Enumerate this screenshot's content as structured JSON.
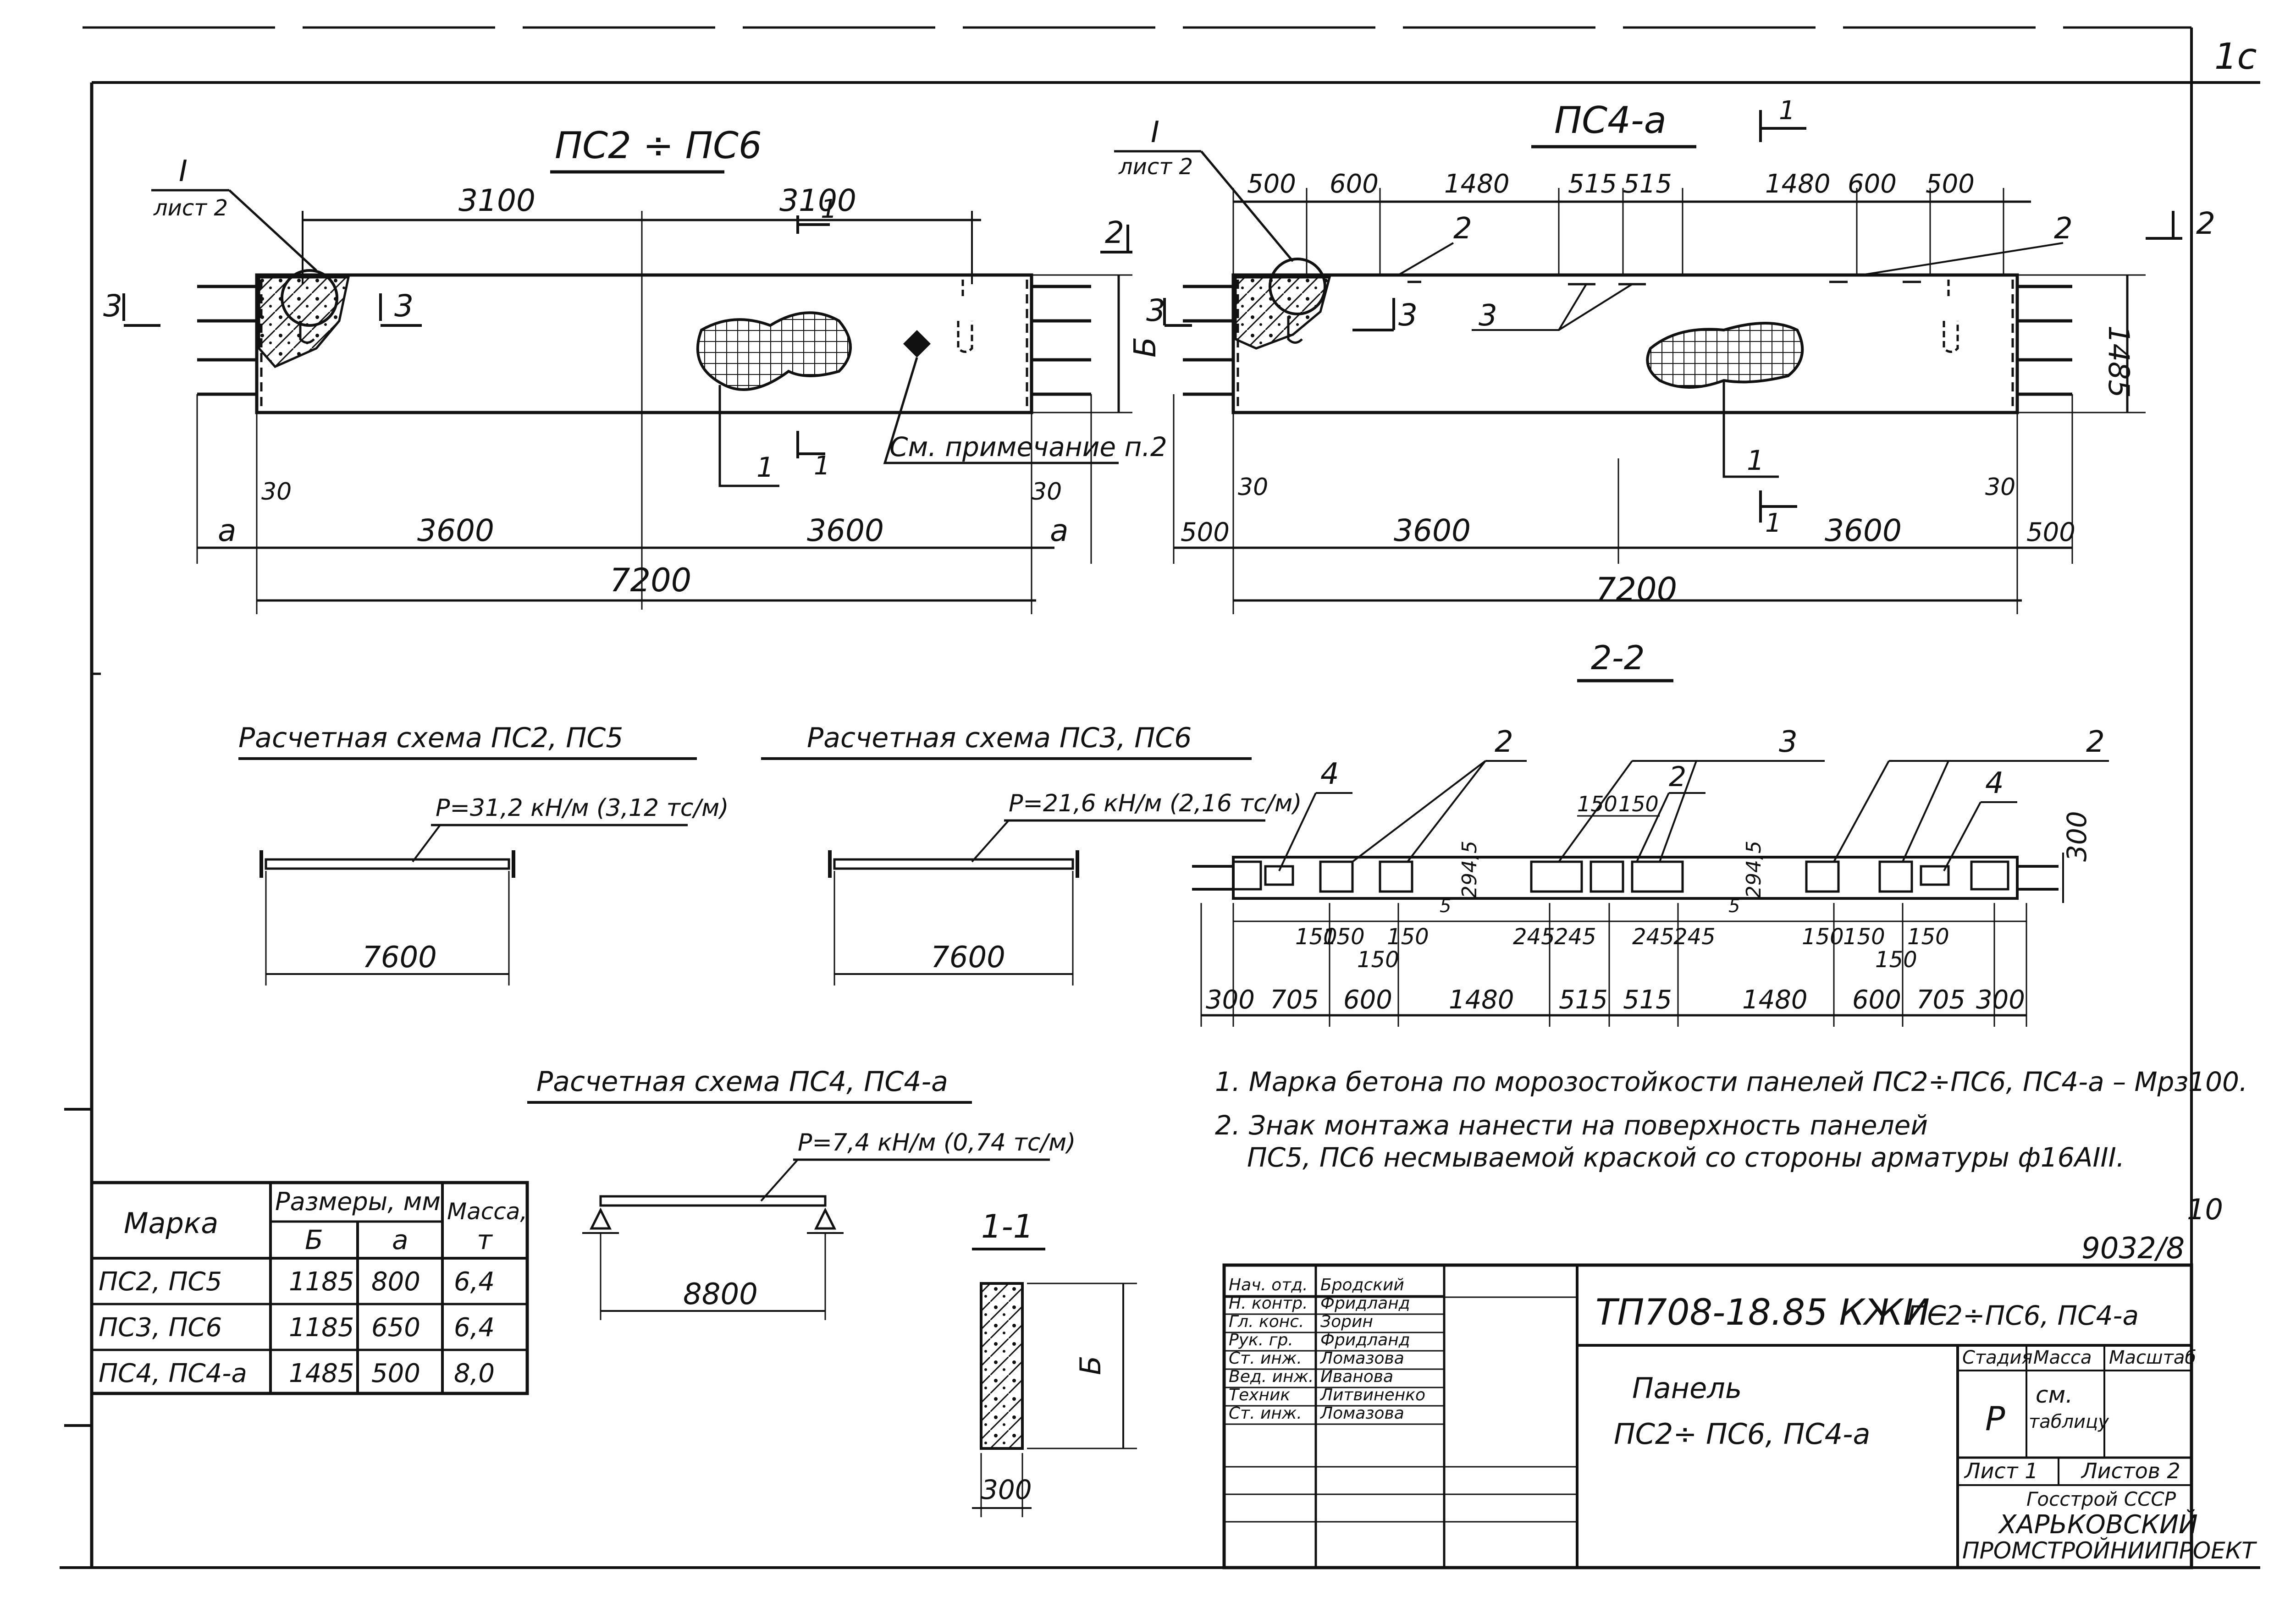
{
  "sheet_corner": "1c",
  "page_number": "10",
  "doc_number": "9032/8",
  "view_left": {
    "title": "ПС2 ÷ ПС6",
    "callout_ref": "I",
    "callout_sheet": "лист 2",
    "dim_top_1": "3100",
    "dim_top_2": "3100",
    "dim_a_left": "a",
    "dim_a_right": "a",
    "dim_30_left": "30",
    "dim_30_right": "30",
    "dim_half_1": "3600",
    "dim_half_2": "3600",
    "dim_total": "7200",
    "dim_height": "Б",
    "section_1": "1",
    "section_3": "3",
    "section_2": "2",
    "leader_1": "1",
    "note_ref": "См. примечание п.2"
  },
  "view_right": {
    "title": "ПС4-а",
    "callout_ref": "I",
    "callout_sheet": "лист 2",
    "dims_top": [
      "500",
      "600",
      "1480",
      "515",
      "515",
      "1480",
      "600",
      "500"
    ],
    "leader_2a": "2",
    "leader_2b": "2",
    "leader_3": "3",
    "leader_1": "1",
    "section_1": "1",
    "section_2": "2",
    "section_3": "3",
    "dim_height": "1485",
    "dim_500_left": "500",
    "dim_500_right": "500",
    "dim_30_left": "30",
    "dim_30_right": "30",
    "dim_half_1": "3600",
    "dim_half_2": "3600",
    "dim_total": "7200"
  },
  "section_22": {
    "title": "2-2",
    "labels_top": [
      "2",
      "3",
      "2"
    ],
    "label_4a": "4",
    "label_4b": "4",
    "label_2mid": "2",
    "dims_150": [
      "150",
      "150"
    ],
    "dim_height": "300",
    "dim_2945a": "294,5",
    "dim_2945b": "294,5",
    "dim_5a": "5",
    "dim_5b": "5",
    "dims_inner": [
      "150",
      "150",
      "150",
      "150",
      "245",
      "245",
      "245",
      "245",
      "150",
      "150",
      "150",
      "150"
    ],
    "dims_bottom": [
      "300",
      "705",
      "600",
      "1480",
      "515",
      "515",
      "1480",
      "600",
      "705",
      "300"
    ]
  },
  "schemes": [
    {
      "title": "Расчетная схема ПС2, ПС5",
      "load": "P=31,2 кН/м (3,12 тс/м)",
      "span": "7600"
    },
    {
      "title": "Расчетная схема ПС3, ПС6",
      "load": "P=21,6 кН/м (2,16 тс/м)",
      "span": "7600"
    },
    {
      "title": "Расчетная схема ПС4, ПС4-а",
      "load": "P=7,4 кН/м (0,74 тс/м)",
      "span": "8800"
    }
  ],
  "section_11": {
    "title": "1-1",
    "dim_height": "Б",
    "dim_width": "300"
  },
  "notes": [
    "1. Марка бетона по морозостойкости панелей ПС2÷ПС6, ПС4-а – Мрз100.",
    "2. Знак монтажа нанести на                      поверхность панелей",
    "ПС5, ПС6 несмываемой краской со стороны арматуры ф16АIII."
  ],
  "table": {
    "col_mark": "Марка",
    "col_sizes": "Размеры, мм",
    "col_b": "Б",
    "col_a": "а",
    "col_mass": "Масса,",
    "col_mass_unit": "т",
    "rows": [
      {
        "mark": "ПС2,  ПС5",
        "b": "1185",
        "a": "800",
        "mass": "6,4"
      },
      {
        "mark": "ПС3,  ПС6",
        "b": "1185",
        "a": "650",
        "mass": "6,4"
      },
      {
        "mark": "ПС4,  ПС4-а",
        "b": "1485",
        "a": "500",
        "mass": "8,0"
      }
    ]
  },
  "title_block": {
    "code": "ТП708-18.85  КЖИ–",
    "code_suffix": "ПС2÷ПС6, ПС4-а",
    "name_1": "Панель",
    "name_2": "ПС2÷ ПС6, ПС4-а",
    "roles": [
      {
        "role": "Нач. отд.",
        "name": "Бродский"
      },
      {
        "role": "Н. контр.",
        "name": "Фридланд"
      },
      {
        "role": "Гл. конс.",
        "name": "Зорин"
      },
      {
        "role": "Рук. гр.",
        "name": "Фридланд"
      },
      {
        "role": "Ст. инж.",
        "name": "Ломазова"
      },
      {
        "role": "Вед. инж.",
        "name": "Иванова"
      },
      {
        "role": "Техник",
        "name": "Литвиненко"
      },
      {
        "role": "Ст. инж.",
        "name": "Ломазова"
      }
    ],
    "stage_label": "Стадия",
    "mass_label": "Масса",
    "scale_label": "Масштаб",
    "stage_value": "Р",
    "mass_value_1": "см.",
    "mass_value_2": "таблицу",
    "sheet_label": "Лист 1",
    "sheets_label": "Листов 2",
    "org_1": "Госстрой СССР",
    "org_2": "ХАРЬКОВСКИЙ",
    "org_3": "ПРОМСТРОЙНИИПРОЕКТ"
  }
}
